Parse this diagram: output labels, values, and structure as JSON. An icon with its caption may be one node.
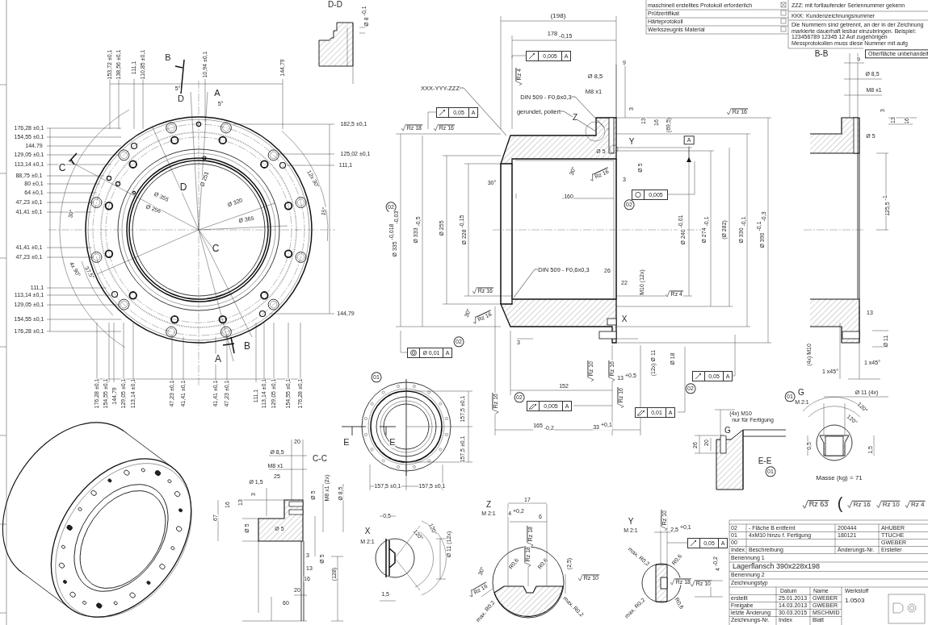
{
  "diagram": {
    "nodes": [
      {
        "text": [
          "XXX-YYY-ZZZ"
        ]
      },
      {
        "text": [
          "DIN 509 - F0,6x0,3"
        ]
      },
      {
        "text": [
          "gerundet, poliert"
        ]
      },
      {
        "text": [
          "DIN 509 - F0,6x0,3"
        ]
      }
    ],
    "edges": [
      {
        "from": 0,
        "to": null,
        "arrow": "none"
      },
      {
        "from": 1,
        "to": null,
        "arrow": "none"
      },
      {
        "from": 2,
        "to": null,
        "arrow": "none"
      },
      {
        "from": 3,
        "to": null,
        "arrow": "none"
      }
    ],
    "labels": [
      "D-D",
      "Ø 8 $^{-0,1}$",
      "153,72 ±0,1",
      "138,56 ±0,1",
      "111,1",
      "110,85 ±0,1",
      "B",
      "10,94 ±0,1",
      "144,79",
      "5°",
      "D",
      "A",
      "5°",
      "176,28 ±0,1",
      "154,55 ±0,1",
      "144,79",
      "129,05 ±0,1",
      "113,14 ±0,1",
      "88,75 ±0,1",
      "80 ±0,1",
      "64 ±0,1",
      "47,23 ±0,1",
      "41,41 ±0,1",
      "182,5 ±0,1",
      "C",
      "125,02 ±0,1",
      "111,1",
      "D",
      "Ø 251",
      "Ø 355",
      "Ø 320",
      "12x 30°",
      "Ø 256",
      "Ø 365",
      "30°",
      "15°",
      "C",
      "41,41 ±0,1",
      "47,23 ±0,1",
      "4x 90°",
      "37,5°",
      "111,1",
      "113,14 ±0,1",
      "129,05 ±0,1",
      "154,55 ±0,1",
      "176,28 ±0,1",
      "144,79",
      "B",
      "A",
      "176,28 ±0,1",
      "154,55 ±0,1",
      "144,79",
      "129,05 ±0,1",
      "113,14 ±0,1",
      "47,23 ±0,1",
      "41,41 ±0,1",
      "41,41 ±0,1",
      "47,23 ±0,1",
      "111,1",
      "113,14 ±0,1",
      "129,05 ±0,1",
      "154,55 ±0,1",
      "176,28 ±0,1",
      "maschinell erstelltes Protokoll erforderlich",
      "Prüfzertifikat",
      "Härteprotokoll",
      "Werkszeugnis Material",
      "ZZZ: mit fortlaufender Seriennummer gekenn",
      "KKK: Kundenzeichnungsnummer",
      "Die Nummern sind getrennt, an der in der Zeichnung markierte dauerhaft lesbar einzubringen. Beispiel: 123456789 12345 12 Auf zugehörigen Messprotokollen muss diese Nummer mit aufg",
      "Oberfläche unbehandelt",
      "(198)",
      "178 $_{-0,15}$",
      "0,005",
      "A",
      "Rz 4",
      "9",
      "Ø 8,5",
      "M8 x1",
      "0,05",
      "A",
      "Rz 18",
      "Rz 16",
      "3",
      "13",
      "16",
      "(69,5)",
      "Rz 16",
      "Z",
      "Y",
      "Ø 5",
      "A",
      "30°",
      "Rz 16",
      "30°",
      "3",
      "Ø 5",
      "160",
      "0,005",
      "02",
      "02",
      "Ø 335 $^{-0,018}$$_{-0,03}$",
      "Ø 333 $_{-0,5}$",
      "Ø 255",
      "Ø 228 $^{-0,15}$",
      "Ø 240 $^{-0,01}$",
      "Ø 274 $_{-0,1}$",
      "(Ø 282)",
      "Ø 330 $_{-0,1}$",
      "Ø 390 $^{-0,1}$$_{-0,3}$",
      "26",
      "22",
      "M10 (12x)",
      "Rz 16",
      "Rz 4",
      "30°",
      "Rz 16",
      "X",
      "02",
      "3",
      "Ø 0,01",
      "A",
      "Rz 10",
      "Rz 16",
      "13 $^{+0,5}$",
      "(12x) Ø 11",
      "Ø 18",
      "0,05",
      "A",
      "02",
      "152",
      "02",
      "0,005",
      "A",
      "Rz 16",
      "Rz 16",
      "0,01",
      "A",
      "165 $_{-0,2}$",
      "33 $^{+0,1}$",
      "B-B",
      "9",
      "Ø 8,5",
      "M8 x1",
      "3",
      "13",
      "16",
      "Ø 5",
      "125,5 $^{-1}$",
      "13",
      "(4x) M10",
      "Ø 11",
      "1 x45°",
      "1 x45°",
      "01",
      "157,5 ±0,1",
      "E",
      "E",
      "157,5 ±0,1",
      "157,5 ±0,1",
      "157,5 ±0,1",
      "20",
      "Ø 8,5",
      "C-C",
      "M8 x1",
      "25",
      "Ø 1,5",
      "Ø 5",
      "M8 x1 (2x)",
      "Ø 8,5",
      "16",
      "13",
      "3",
      "67",
      "Ø 5",
      "Ø 5",
      "3",
      "Ø 5",
      "13",
      "(128)",
      "16",
      "20",
      "60",
      "0,5",
      "X",
      "120°",
      "120°",
      "Ø 11 (12x)",
      "M 2:1",
      "1,5",
      "(4x) M10",
      "nur für Fertigung",
      "01",
      "G",
      "Ø 11 (4x)",
      "M 2:1",
      "120°",
      "G",
      "120°",
      "26",
      "20",
      "0,5",
      "1,5",
      "E-E",
      "01",
      "Masse (kg) = 71",
      "Rz 63",
      "Rz 16",
      "Rz 10",
      "Rz 4",
      "Z",
      "17",
      "M 2:1",
      "4 $^{+0,2}$",
      "6",
      "Rz 18",
      "Rz 18",
      "R0,6",
      "R0,6",
      "(2,5)",
      "30°",
      "Rz 10",
      "Rz 16",
      "max. R0,2",
      "max. R0,2",
      "Y",
      "Rz 10",
      "2,5 $^{+0,1}$",
      "M 2:1",
      "0,05",
      "A",
      "max. R0,2",
      "R0,6",
      "4 $^{-0,2}$",
      "Rz 18",
      "Rz 10",
      "R0,6",
      "max. R0,2",
      "02",
      "- Fläche B entfernt",
      "200444",
      "AHUBER",
      "01",
      "4xM10 hinzu f. Fertigung",
      "180121",
      "TTUCHE",
      "00",
      "GWEBER",
      "Index",
      "Beschreibung",
      "Änderungs-Nr.",
      "Ersteller",
      "Benennung 1",
      "Lagerflansch 390x228x198",
      "Benennung 2",
      "Zeichnungstyp",
      "Datum",
      "Name",
      "Werkstoff",
      "erstellt",
      "25.01.2013",
      "GWEBER",
      "1.0503",
      "Freigabe",
      "14.03.2013",
      "GWEBER",
      "letzte Änderung",
      "30.03.2015",
      "MSCHMID",
      "Zeichnungs-Nr.",
      "Index",
      "Blatt",
      "("
    ]
  }
}
